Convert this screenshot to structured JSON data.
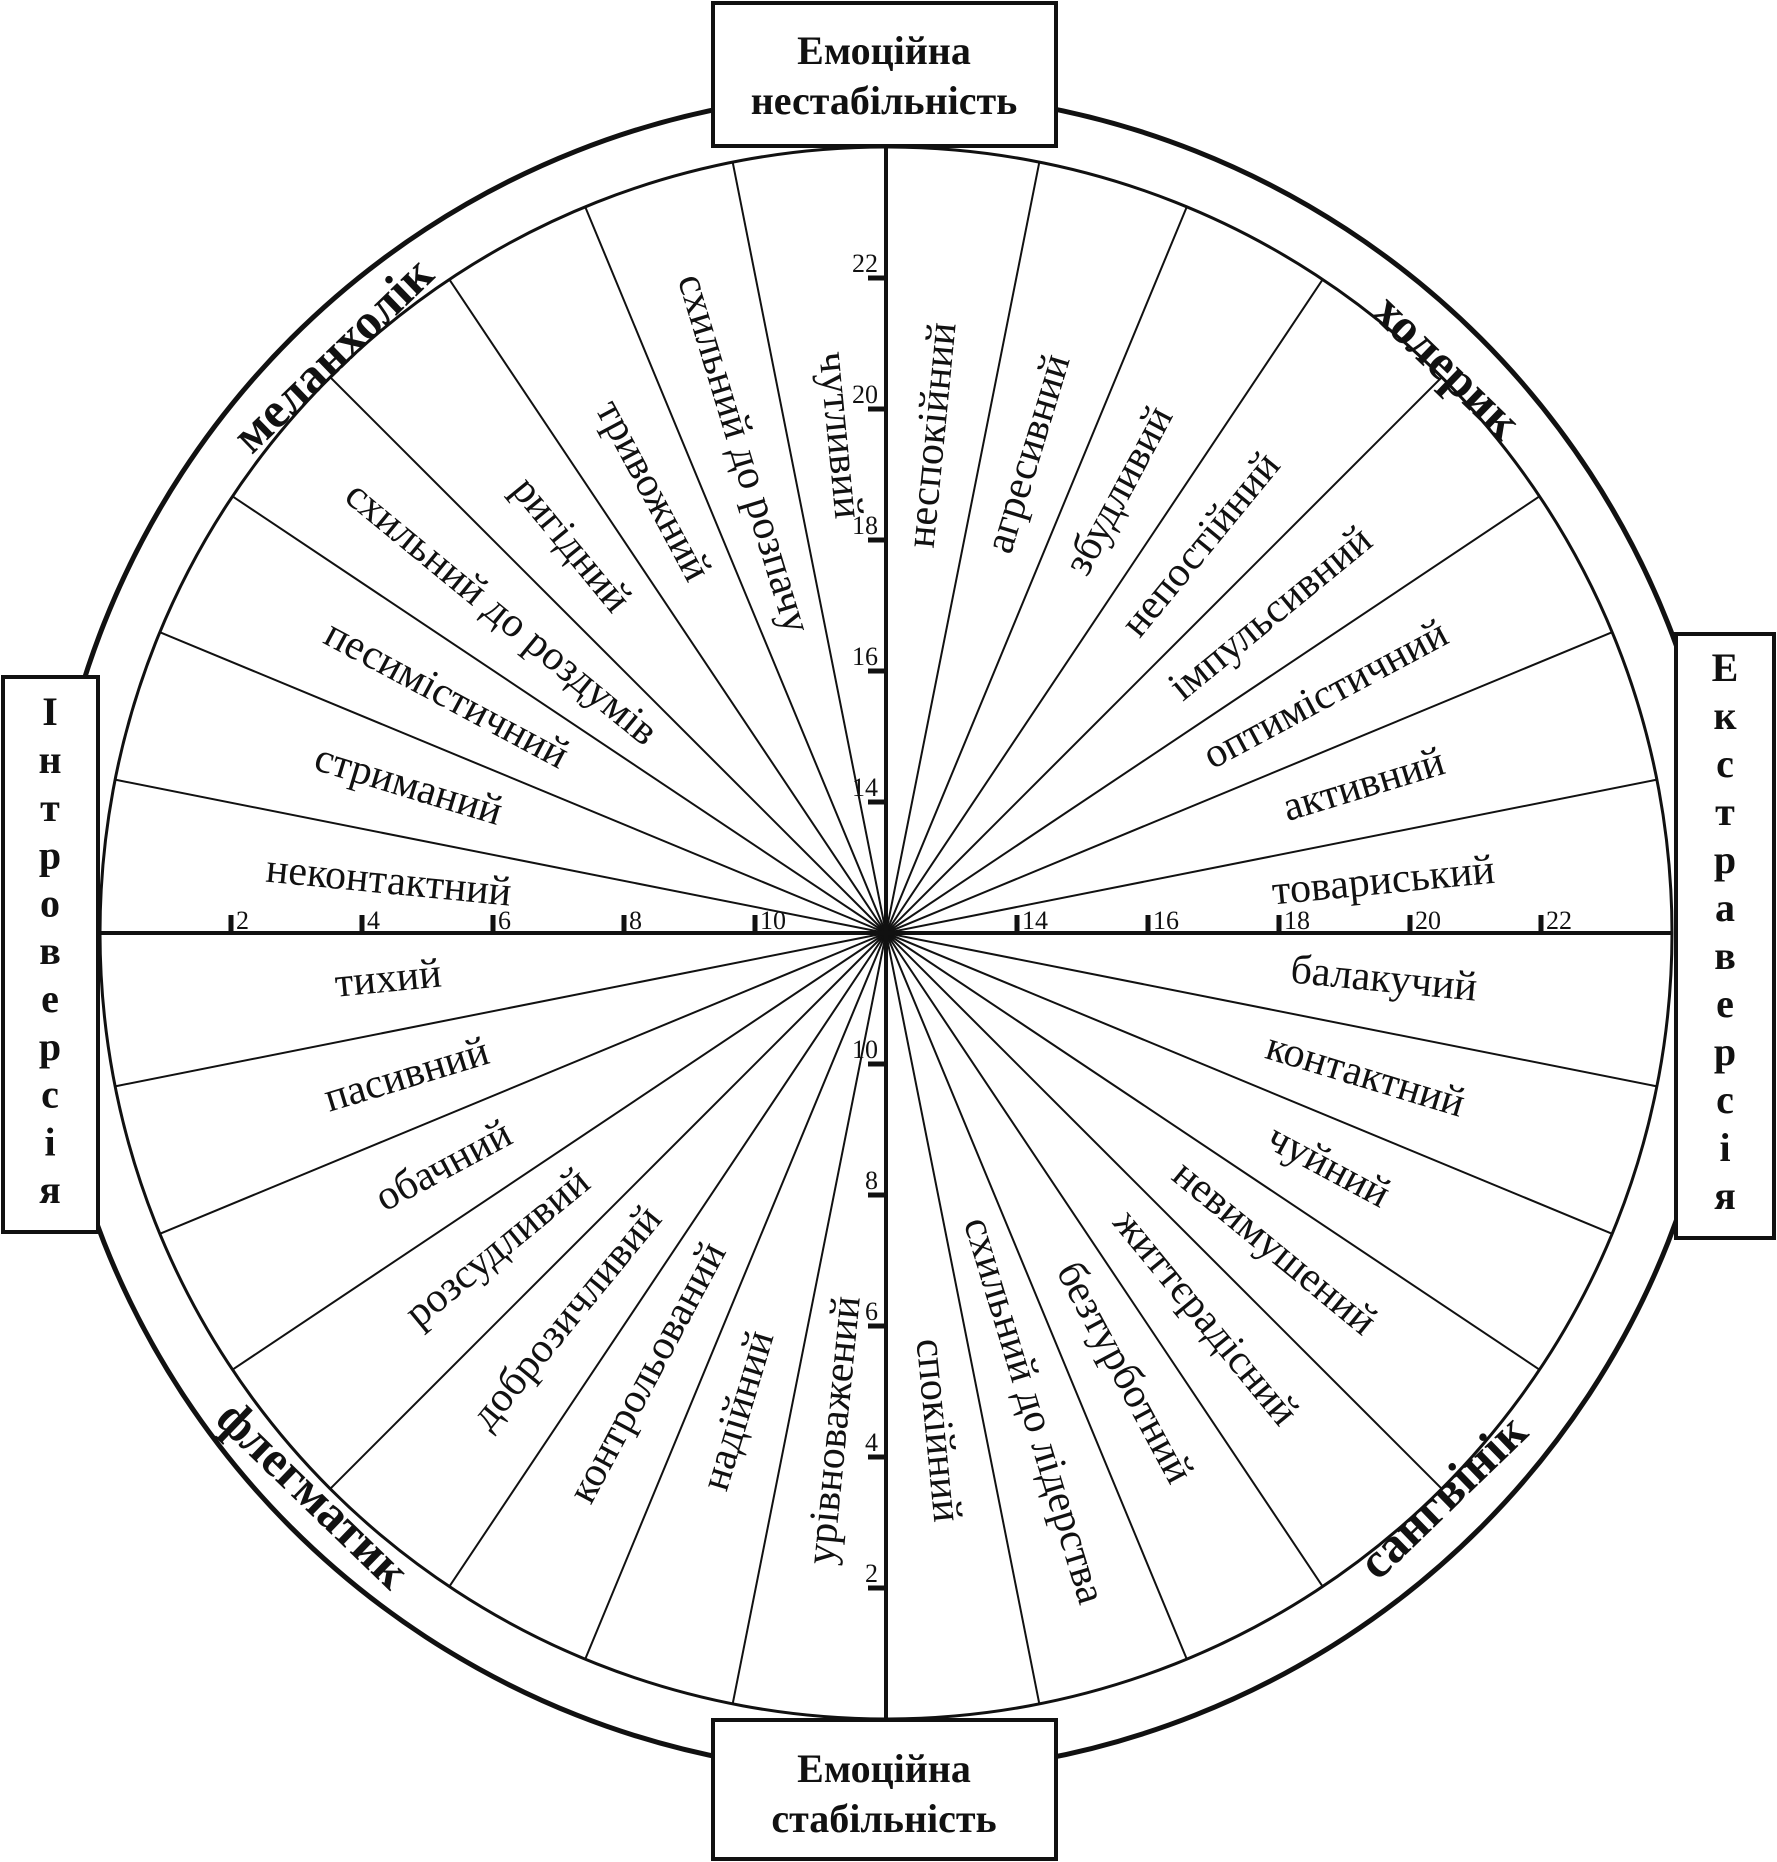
{
  "axis_boxes": {
    "top": [
      "Емоційна",
      "нестабільність"
    ],
    "bottom": [
      "Емоційна",
      "стабільність"
    ],
    "left": "Інтроверсія",
    "right": "Екстраверсія"
  },
  "temperaments": {
    "top_left": "меланхолік",
    "top_right": "холерик",
    "bottom_left": "флегматик",
    "bottom_right": "сангвінік"
  },
  "traits": [
    "тихий",
    "неконтактний",
    "стриманий",
    "песимістичний",
    "схильний до роздумів",
    "ригідний",
    "тривожний",
    "схильний до розпачу",
    "чутливий",
    "неспокійний",
    "агресивний",
    "збудливий",
    "непостійний",
    "імпульсивний",
    "оптимістичний",
    "активний",
    "товариський",
    "балакучий",
    "контактний",
    "чуйний",
    "невимушений",
    "життєрадісний",
    "безтурботний",
    "схильний до лідерства",
    "спокійний",
    "урівноважений",
    "надійний",
    "контрольований",
    "доброзичливий",
    "розсудливий",
    "обачний",
    "пасивний"
  ],
  "scales": {
    "horizontal_ticks": [
      "2",
      "4",
      "6",
      "8",
      "10",
      "14",
      "16",
      "18",
      "20",
      "22"
    ],
    "vertical_ticks_top": [
      "22",
      "20",
      "18",
      "16",
      "14"
    ],
    "vertical_ticks_bottom": [
      "10",
      "8",
      "6",
      "4",
      "2"
    ]
  }
}
